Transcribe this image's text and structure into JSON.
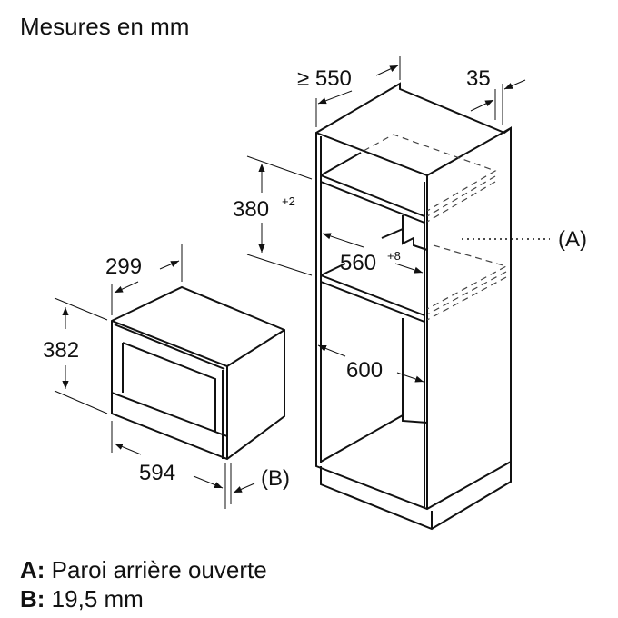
{
  "title": "Mesures en mm",
  "dimensions": {
    "cabinet_depth": "≥ 550",
    "rear_gap": "35",
    "niche_height": "380",
    "niche_height_tol": "+2",
    "niche_width": "560",
    "niche_width_tol": "+8",
    "cabinet_width": "600",
    "appliance_depth": "299",
    "appliance_height": "382",
    "appliance_width": "594",
    "label_a": "(A)",
    "label_b": "(B)"
  },
  "legend": [
    {
      "key": "A:",
      "text": "Paroi arrière ouverte"
    },
    {
      "key": "B:",
      "text": "19,5 mm"
    }
  ]
}
